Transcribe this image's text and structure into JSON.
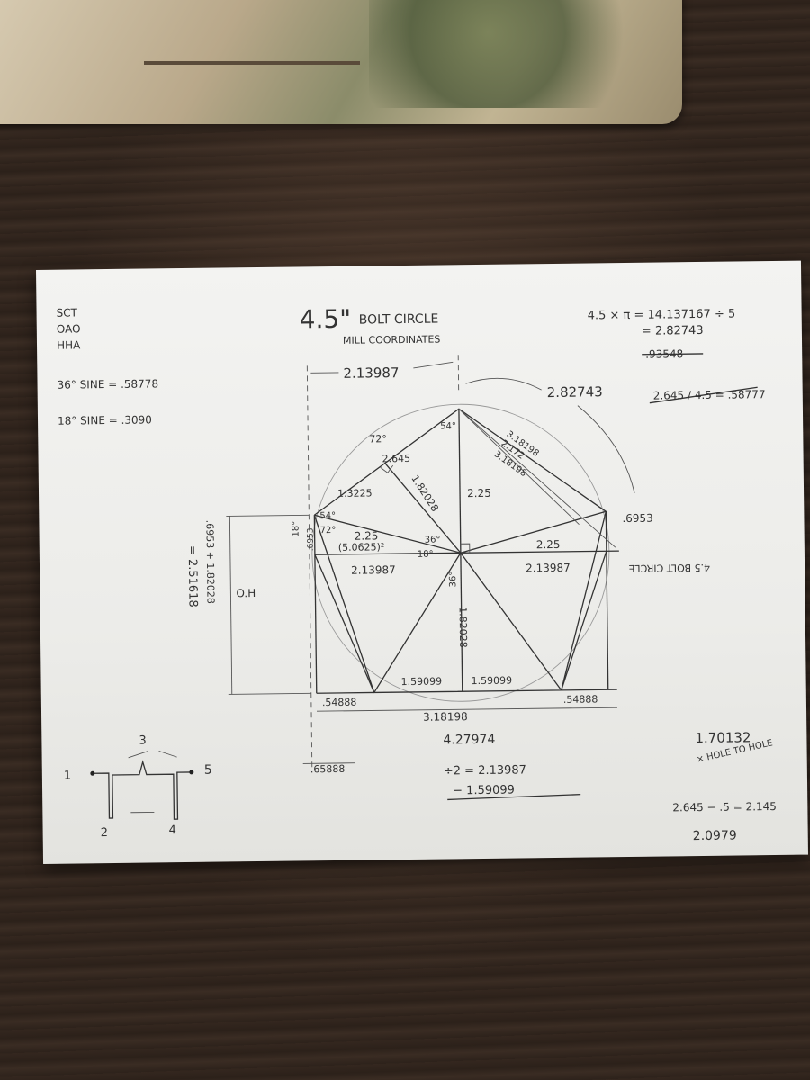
{
  "corner_notes": [
    "SCT",
    "OAO",
    "HHA"
  ],
  "title": {
    "size": "4.5\"",
    "main": "BOLT CIRCLE",
    "sub": "MILL COORDINATES"
  },
  "sine_notes": [
    "36° SINE = .58778",
    "18° SINE = .3090"
  ],
  "top_right": {
    "line1": "4.5 × π = 14.137167 ÷ 5",
    "line2": "= 2.82743",
    "struck1": ".93548",
    "struck2": "2.645 / 4.5 = .58777"
  },
  "side_note": "4.5 BOLT CIRCLE",
  "labels": {
    "top_width": "2.13987",
    "arc_len": "2.82743",
    "angle_72": "72°",
    "chord_a": "2.645",
    "seg_a": "1.3225",
    "angle_54_top": "54°",
    "diag": "1.82028",
    "vert_r": "2.25",
    "chord_b1": "3.18198",
    "chord_b2": "2.172",
    "chord_b3": "3.18198",
    "angle_54_left": "54°",
    "angle_72_left": "72°",
    "seg_b": "2.25",
    "sq": "(5.0625)²",
    "angle_36": "36°",
    "angle_18_mid": "18°",
    "angle_18_left": "18°",
    "side_6953": ".6953",
    "h_left": "2.13987",
    "h_right": "2.13987",
    "r_right": "2.25",
    "angle_36_down": "36°",
    "right_6953": ".6953",
    "down_1": "1.82028",
    "left_sum": ".6953 + 1.82028",
    "total_h": "= 2.51618",
    "o_h": "O.H",
    "bot_l": "1.59099",
    "bot_r": "1.59099",
    "base_l": ".54888",
    "base_r": ".54888",
    "base_mid": "3.18198",
    "offset": ".65888"
  },
  "calc": {
    "sum": "4.27974",
    "half": "÷2 = 2.13987",
    "minus": "− 1.59099"
  },
  "bottom_right": {
    "val": "1.70132",
    "note": "× HOLE TO HOLE",
    "eq": "2.645 − .5 = 2.145",
    "res": "2.0979"
  },
  "mini": {
    "n1": "1",
    "n2": "2",
    "n3": "3",
    "n4": "4",
    "n5": "5"
  }
}
